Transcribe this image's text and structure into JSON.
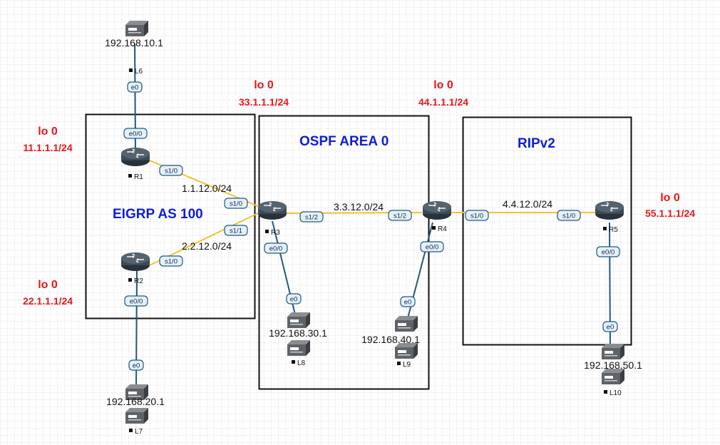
{
  "areas": {
    "eigrp": {
      "label": "EIGRP AS 100"
    },
    "ospf": {
      "label": "OSPF AREA 0"
    },
    "rip": {
      "label": "RIPv2"
    }
  },
  "routers": {
    "r1": {
      "name": "R1"
    },
    "r2": {
      "name": "R2"
    },
    "r3": {
      "name": "R3"
    },
    "r4": {
      "name": "R4"
    },
    "r5": {
      "name": "R5"
    }
  },
  "hosts": {
    "l6": {
      "name": "L6",
      "ip": "192.168.10.1"
    },
    "l7": {
      "name": "L7",
      "ip": "192.168.20.1"
    },
    "l8": {
      "name": "L8",
      "ip": "192.168.30.1"
    },
    "l9": {
      "name": "L9",
      "ip": "192.168.40.1"
    },
    "l10": {
      "name": "L10",
      "ip": "192.168.50.1"
    }
  },
  "loopbacks": {
    "r1": {
      "name": "lo 0",
      "ip": "11.1.1.1/24"
    },
    "r2": {
      "name": "lo 0",
      "ip": "22.1.1.1/24"
    },
    "r3": {
      "name": "lo 0",
      "ip": "33.1.1.1/24"
    },
    "r4": {
      "name": "lo 0",
      "ip": "44.1.1.1/24"
    },
    "r5": {
      "name": "lo 0",
      "ip": "55.1.1.1/24"
    }
  },
  "subnets": {
    "r1_r3": "1.1.12.0/24",
    "r2_r3": "2.2.12.0/24",
    "r3_r4": "3.3.12.0/24",
    "r4_r5": "4.4.12.0/24"
  },
  "interfaces": {
    "l6_e0": "e0",
    "r1_e00": "e0/0",
    "r1_s10": "s1/0",
    "r3_s10": "s1/0",
    "r3_s11": "s1/1",
    "r2_s10": "s1/0",
    "r2_e00": "e0/0",
    "l7_e0": "e0",
    "r3_s12": "s1/2",
    "r4_s12": "s1/2",
    "r3_e00": "e0/0",
    "l8_e0": "e0",
    "r4_e00": "e0/0",
    "l9_e0": "e0",
    "r4_s10": "s1/0",
    "r5_s10": "s1/0",
    "r5_e00": "e0/0",
    "l10_e0": "e0"
  },
  "colors": {
    "serial_link": "#f1c232",
    "ethernet_link": "#1f5a80",
    "router_body": "#3c4a55",
    "area_border": "#111111",
    "area_label": "#0d1fd4",
    "loopback_text": "#e8161b",
    "interface_badge_fill": "#e6f0fa",
    "interface_badge_stroke": "#1f5a80"
  },
  "icons": {
    "router": "router-icon",
    "host": "server-icon",
    "status": "node-status-square-icon"
  }
}
